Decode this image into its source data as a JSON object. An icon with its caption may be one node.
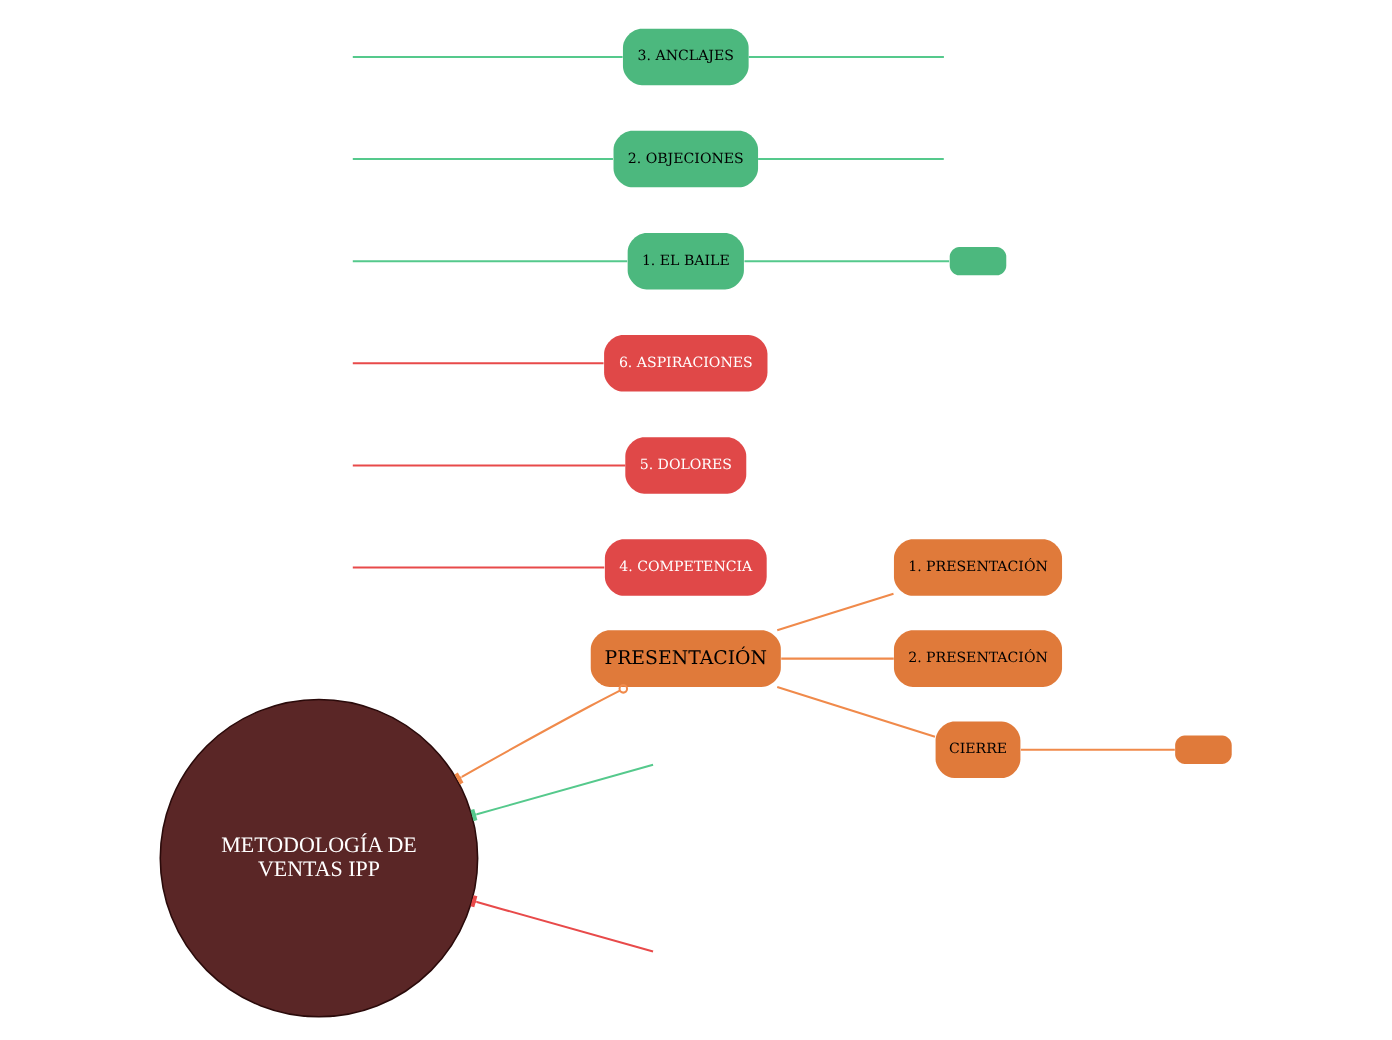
{
  "diagram": {
    "nodes": [
      {
        "text": [
          "METODOLOGÍA DE VENTAS IPP"
        ]
      },
      {
        "text": [
          "4. COMPETENCIA"
        ]
      },
      {
        "text": [
          "5. DOLORES"
        ]
      },
      {
        "text": [
          "6. ASPIRACIONES"
        ]
      },
      {
        "text": [
          "PRESENTACIÓN"
        ]
      },
      {
        "text": [
          "1. PRESENTACIÓN"
        ]
      },
      {
        "text": [
          "2. PRESENTACIÓN"
        ]
      },
      {
        "text": [
          "CIERRE"
        ]
      },
      {
        "text": [],
        "shape": "box"
      },
      {
        "text": [
          "1. EL BAILE"
        ]
      },
      {
        "text": [],
        "shape": "box"
      },
      {
        "text": [
          "2. OBJECIONES"
        ]
      },
      {
        "text": [
          "3. ANCLAJES"
        ]
      }
    ],
    "edges": [
      {
        "from": 0,
        "to": null,
        "arrow": "other",
        "color": "#e84a4a"
      },
      {
        "from": null,
        "to": 1,
        "arrow": "none",
        "color": "#e84a4a"
      },
      {
        "from": null,
        "to": 2,
        "arrow": "none",
        "color": "#e84a4a"
      },
      {
        "from": null,
        "to": 3,
        "arrow": "none",
        "color": "#e84a4a"
      },
      {
        "from": 0,
        "to": 4,
        "arrow": "other",
        "color": "#f08a4b"
      },
      {
        "from": 4,
        "to": 5,
        "arrow": "none",
        "color": "#f08a4b"
      },
      {
        "from": 4,
        "to": 6,
        "arrow": "none",
        "color": "#f08a4b"
      },
      {
        "from": 4,
        "to": 7,
        "arrow": "none",
        "color": "#f08a4b"
      },
      {
        "from": 7,
        "to": 8,
        "arrow": "none",
        "color": "#f08a4b"
      },
      {
        "from": 0,
        "to": null,
        "arrow": "other"
      },
      {
        "from": null,
        "to": 9,
        "arrow": "none"
      },
      {
        "from": null,
        "to": 11,
        "arrow": "none"
      },
      {
        "from": null,
        "to": 12,
        "arrow": "none"
      },
      {
        "from": 9,
        "to": 10,
        "arrow": "none"
      },
      {
        "from": 11,
        "to": null,
        "arrow": "none"
      },
      {
        "from": 12,
        "to": null,
        "arrow": "none"
      }
    ]
  }
}
